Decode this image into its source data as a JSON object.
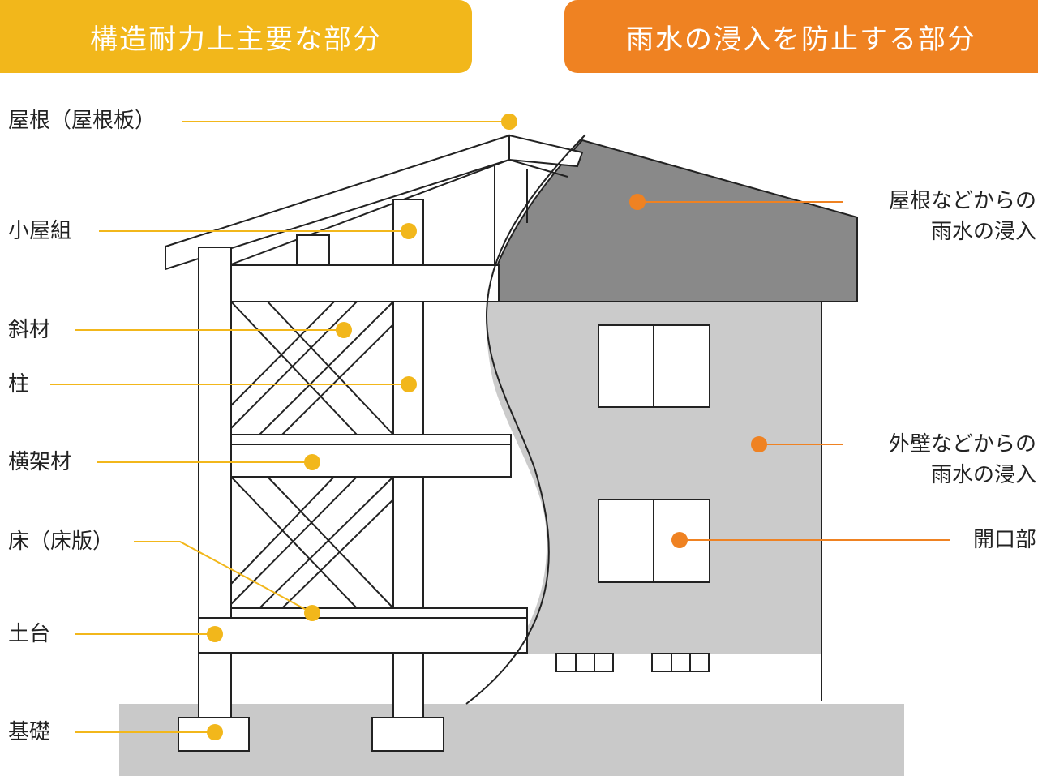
{
  "headers": {
    "structural": "構造耐力上主要な部分",
    "rainwater": "雨水の浸入を防止する部分"
  },
  "structural_labels": {
    "roof": "屋根（屋根板）",
    "roof_frame": "小屋組",
    "diagonal": "斜材",
    "column": "柱",
    "horizontal": "横架材",
    "floor": "床（床版）",
    "sill": "土台",
    "foundation": "基礎"
  },
  "rain_labels": {
    "roof_line1": "屋根などからの",
    "roof_line2": "雨水の浸入",
    "wall_line1": "外壁などからの",
    "wall_line2": "雨水の浸入",
    "opening": "開口部"
  },
  "colors": {
    "structural_accent": "#F2B71B",
    "rain_accent": "#EF8222",
    "roof_gray": "#898989",
    "wall_gray": "#CBCBCB",
    "ground_gray": "#C9C9C9"
  }
}
